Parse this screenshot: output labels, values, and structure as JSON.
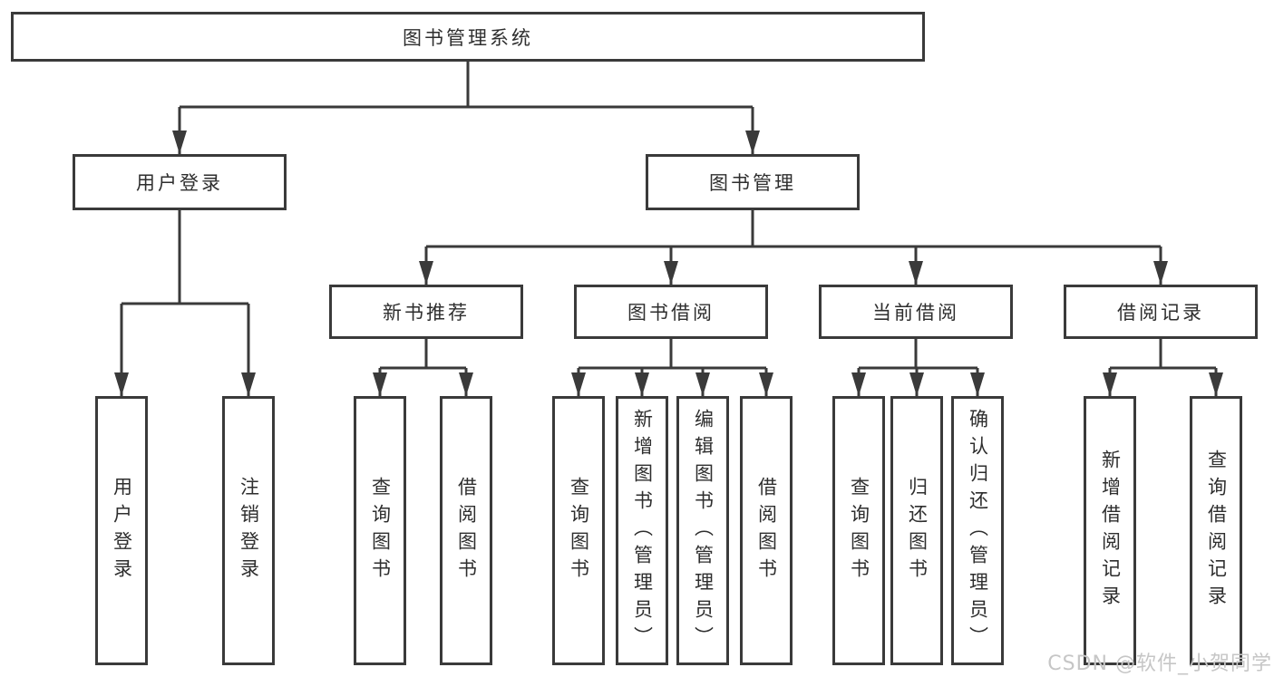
{
  "tree": {
    "root_label": "图书管理系统",
    "login_branch": {
      "label": "用户登录",
      "children": [
        "用户登录",
        "注销登录"
      ]
    },
    "mgmt_branch": {
      "label": "图书管理",
      "groups": [
        {
          "label": "新书推荐",
          "children": [
            "查询图书",
            "借阅图书"
          ]
        },
        {
          "label": "图书借阅",
          "children": [
            "查询图书",
            "新增图书（管理员）",
            "编辑图书（管理员）",
            "借阅图书"
          ]
        },
        {
          "label": "当前借阅",
          "children": [
            "查询图书",
            "归还图书",
            "确认归还（管理员）"
          ]
        },
        {
          "label": "借阅记录",
          "children": [
            "新增借阅记录",
            "查询借阅记录"
          ]
        }
      ]
    }
  },
  "watermark": {
    "text": "CSDN @软件_小贺同学"
  },
  "colors": {
    "line": "#3a3a3a",
    "box_border": "#3a3a3a",
    "text": "#2e2e2e",
    "watermark": "#c6c6c6",
    "background": "#ffffff"
  }
}
